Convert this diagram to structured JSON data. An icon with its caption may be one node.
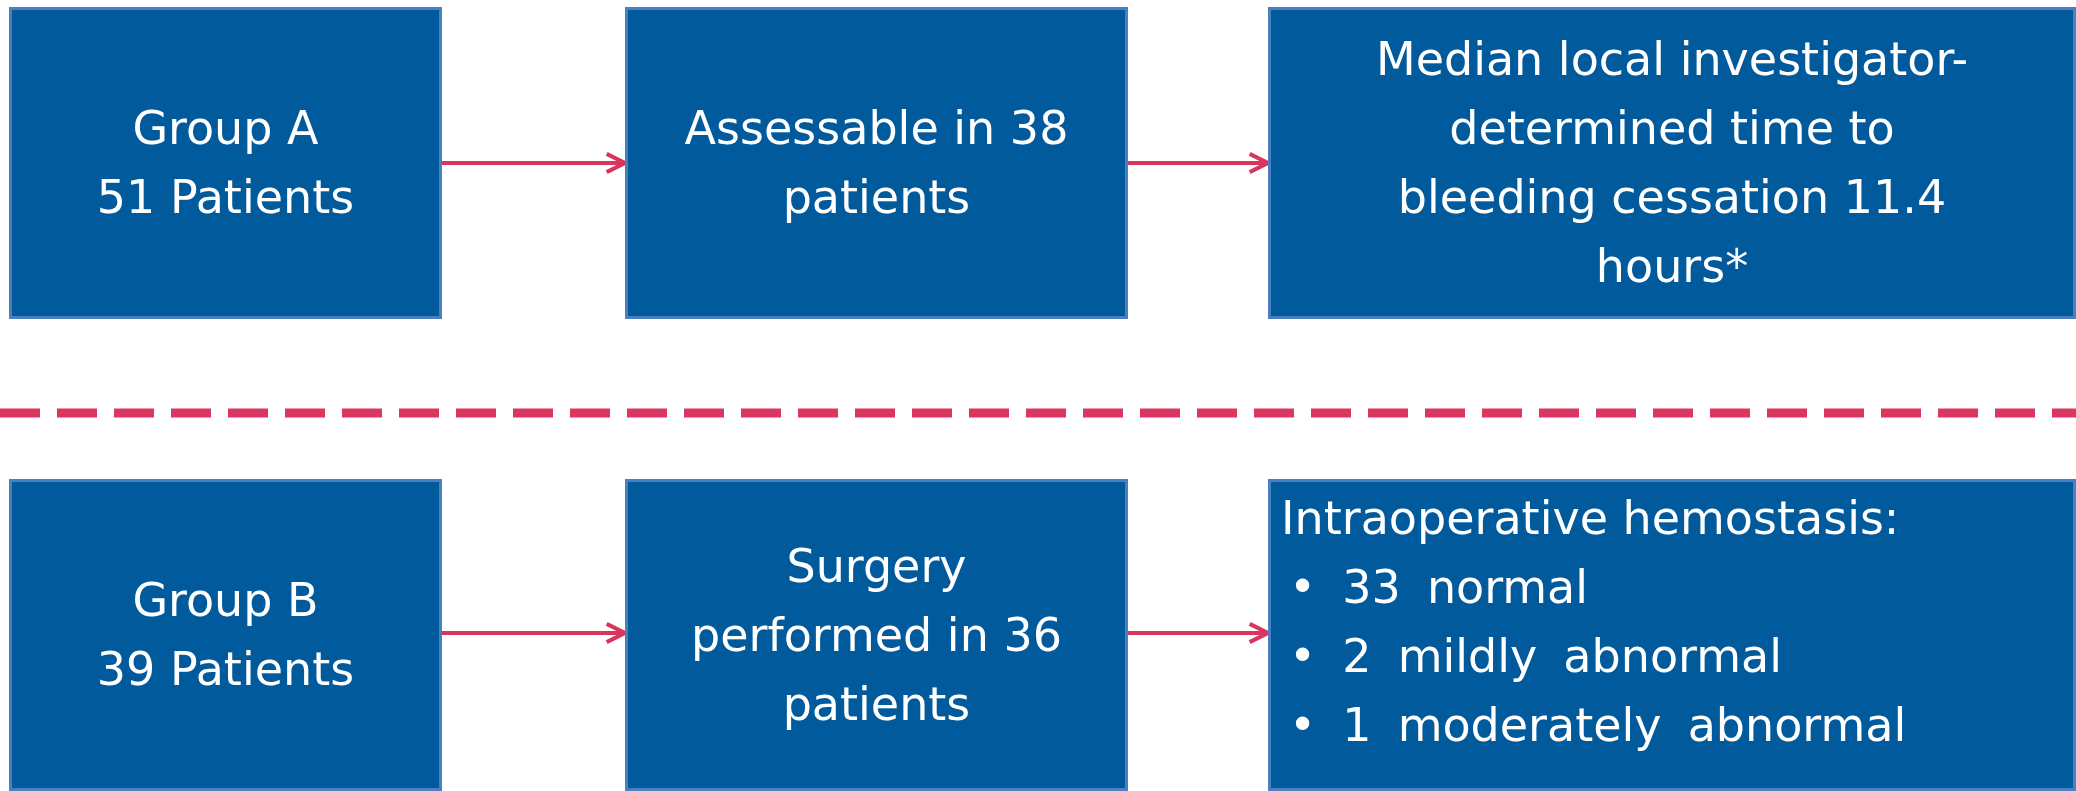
{
  "diagram": {
    "nodes": [
      {
        "text": [
          "Group A",
          "51 Patients"
        ]
      },
      {
        "text": [
          "Assessable in 38 patients"
        ]
      },
      {
        "text": [
          "Median local investigator-determined time to bleeding cessation 11.4 hours*"
        ]
      },
      {
        "text": [
          "Group B",
          "39 Patients"
        ]
      },
      {
        "text": [
          "Surgery performed in 36 patients"
        ]
      },
      {
        "text": [
          "Intraoperative hemostasis:",
          "• 33 normal",
          "• 2 mildly abnormal",
          "• 1 moderately abnormal"
        ]
      }
    ],
    "edges": [
      {
        "from": 0,
        "to": 1,
        "arrow": "to"
      },
      {
        "from": 1,
        "to": 2,
        "arrow": "to"
      },
      {
        "from": 3,
        "to": 4,
        "arrow": "to"
      },
      {
        "from": 4,
        "to": 5,
        "arrow": "to"
      }
    ]
  }
}
